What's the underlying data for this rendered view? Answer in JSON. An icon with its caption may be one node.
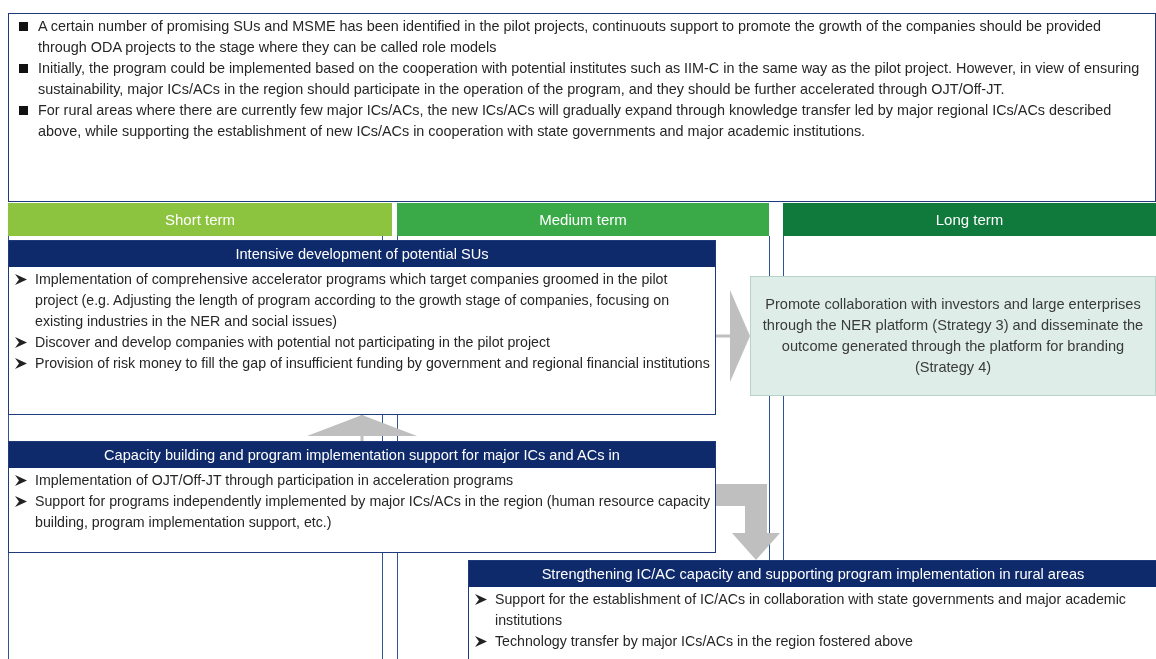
{
  "diagram": {
    "nodes": [
      {
        "text": [
          "A certain number of promising SUs and MSME has been identified in the pilot projects, continuouts support to promote the growth of the companies should be provided through ODA projects to the stage where they can be called role models",
          "Initially, the program could be implemented based on the cooperation with potential institutes such as IIM-C in the same way as the pilot project. However, in view of ensuring sustainability, major ICs/ACs in the region should participate in the operation of the program, and they should be further accelerated through OJT/Off-JT.",
          "For rural areas where there are currently few major ICs/ACs, the new ICs/ACs will gradually expand through knowledge transfer led by major regional ICs/ACs described above, while supporting the establishment of new ICs/ACs in cooperation with state governments and major academic institutions."
        ]
      },
      {
        "text": [
          "Short term"
        ]
      },
      {
        "text": [
          "Medium term"
        ]
      },
      {
        "text": [
          "Long term"
        ]
      },
      {
        "text": [
          "Intensive development of potential SUs",
          "Implementation of comprehensive accelerator programs which target companies groomed in the pilot project (e.g. Adjusting the length of program according to the growth stage of companies, focusing on existing industries in the NER and social issues)",
          "Discover and develop companies with potential not participating in the pilot project",
          "Provision of risk money to fill the gap of insufficient funding by government and regional financial institutions"
        ]
      },
      {
        "text": [
          "Promote collaboration with investors and large enterprises through the NER platform (Strategy 3) and disseminate the outcome generated through the platform for branding (Strategy 4)"
        ]
      },
      {
        "text": [
          "Capacity building and program implementation support for major ICs and ACs in",
          "Implementation of OJT/Off-JT through participation in acceleration programs",
          "Support for programs independently implemented by major ICs/ACs in the region (human resource capacity building, program implementation support, etc.)"
        ]
      },
      {
        "text": [
          "Strengthening IC/AC capacity and supporting program implementation in rural areas",
          "Support for the establishment of IC/ACs in collaboration with state governments and major academic institutions",
          "Technology transfer by major ICs/ACs in the region fostered above"
        ]
      }
    ],
    "edges": [
      {
        "from": 4,
        "to": 5,
        "arrow": "to"
      },
      {
        "from": 6,
        "to": 4,
        "arrow": "to"
      },
      {
        "from": 6,
        "to": 7,
        "arrow": "to",
        "style": "thick"
      }
    ]
  }
}
